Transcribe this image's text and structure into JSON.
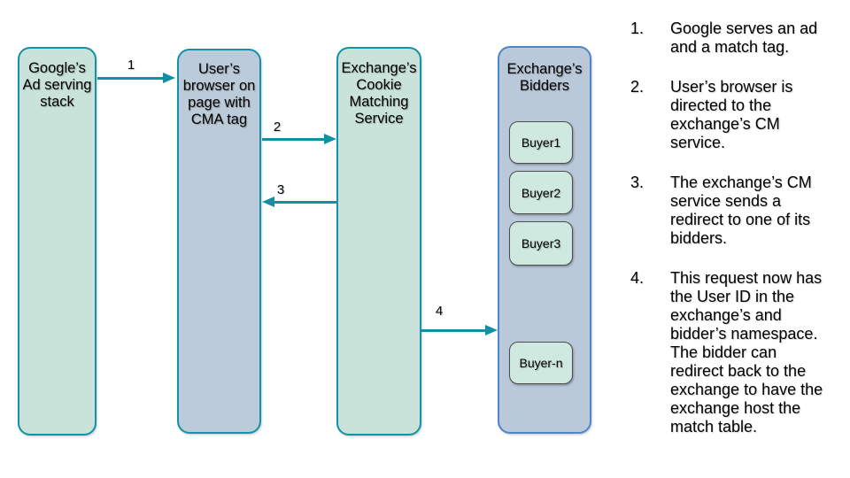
{
  "diagram": {
    "lanes": [
      {
        "id": "google-ad-stack",
        "label": "Google’s\nAd serving\nstack"
      },
      {
        "id": "user-browser",
        "label": "User’s\nbrowser on\npage with\nCMA tag"
      },
      {
        "id": "cookie-matching-service",
        "label": "Exchange’s\nCookie\nMatching\nService"
      },
      {
        "id": "exchange-bidders",
        "label": "Exchange’s\nBidders"
      }
    ],
    "buyers": [
      {
        "label": "Buyer1"
      },
      {
        "label": "Buyer2"
      },
      {
        "label": "Buyer3"
      },
      {
        "label": "Buyer-n"
      }
    ],
    "arrows": [
      {
        "label": "1",
        "from": "google-ad-stack",
        "to": "user-browser",
        "direction": "right"
      },
      {
        "label": "2",
        "from": "user-browser",
        "to": "cookie-matching-service",
        "direction": "right"
      },
      {
        "label": "3",
        "from": "cookie-matching-service",
        "to": "user-browser",
        "direction": "left"
      },
      {
        "label": "4",
        "from": "cookie-matching-service",
        "to": "exchange-bidders",
        "direction": "right"
      }
    ]
  },
  "steps": [
    {
      "num": "1.",
      "text": "Google serves an ad\nand a match tag."
    },
    {
      "num": "2.",
      "text": "User’s browser is\ndirected to the\nexchange’s CM\nservice."
    },
    {
      "num": "3.",
      "text": "The exchange’s CM\nservice sends a\nredirect to one of its\nbidders."
    },
    {
      "num": "4.",
      "text": "This request now has\nthe User ID in the\nexchange’s and\nbidder’s namespace.\nThe bidder can\nredirect back to the\nexchange to have the\nexchange host the\nmatch table."
    }
  ],
  "colors": {
    "teal_border": "#1593a6",
    "green_fill": "#cae3da",
    "blue_fill": "#bccbd9",
    "bidders_fill": "#b9c9da",
    "bidders_border": "#4e86c6",
    "buyer_fill": "#cfe9e1",
    "buyer_border": "#4d4d4d",
    "arrow": "#1290a3",
    "text": "#000000"
  }
}
